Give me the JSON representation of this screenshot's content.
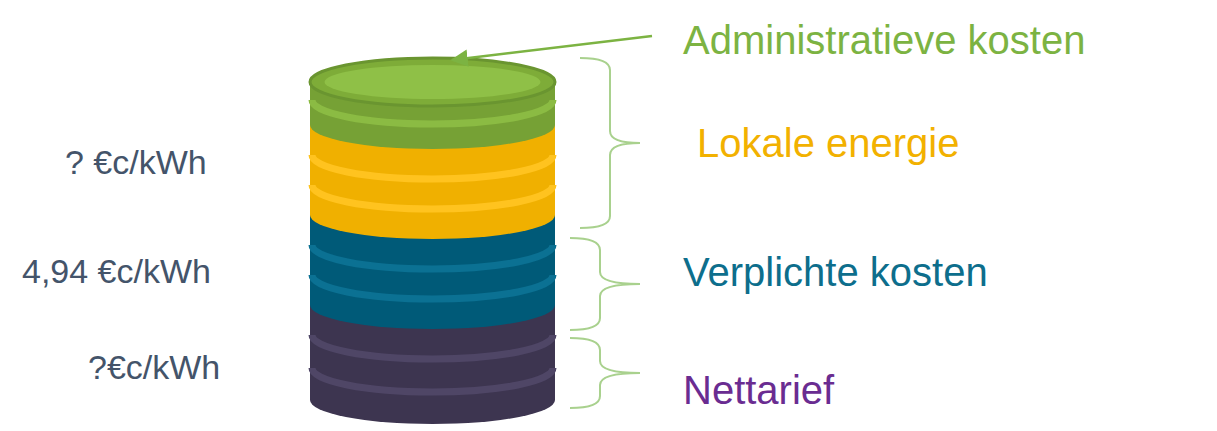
{
  "diagram": {
    "labels": [
      "Administratieve kosten",
      "? €c/kWh",
      "Lokale energie",
      "4,94 €c/kWh",
      "Verplichte kosten",
      "?€c/kWh",
      "Nettarief"
    ]
  }
}
